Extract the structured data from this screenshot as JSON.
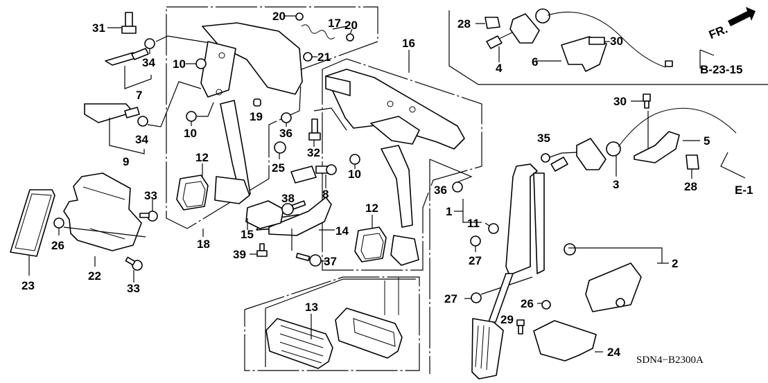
{
  "diagram": {
    "code": "SDN4−B2300A",
    "front_indicator": "FR.",
    "references": {
      "b23": "B-23-15",
      "e1": "E-1"
    },
    "callouts": {
      "c1": "1",
      "c2": "2",
      "c3": "3",
      "c4": "4",
      "c5": "5",
      "c6": "6",
      "c7": "7",
      "c8": "8",
      "c9": "9",
      "c10a": "10",
      "c10b": "10",
      "c10c": "10",
      "c11": "11",
      "c12a": "12",
      "c12b": "12",
      "c13": "13",
      "c14": "14",
      "c15": "15",
      "c16": "16",
      "c17": "17",
      "c18": "18",
      "c19": "19",
      "c20a": "20",
      "c20b": "20",
      "c21": "21",
      "c22": "22",
      "c23": "23",
      "c24": "24",
      "c25": "25",
      "c26a": "26",
      "c26b": "26",
      "c27a": "27",
      "c27b": "27",
      "c28a": "28",
      "c28b": "28",
      "c29": "29",
      "c30a": "30",
      "c30b": "30",
      "c31": "31",
      "c32": "32",
      "c33a": "33",
      "c33b": "33",
      "c34a": "34",
      "c34b": "34",
      "c35": "35",
      "c36a": "36",
      "c36b": "36",
      "c37": "37",
      "c38": "38",
      "c39": "39"
    }
  }
}
